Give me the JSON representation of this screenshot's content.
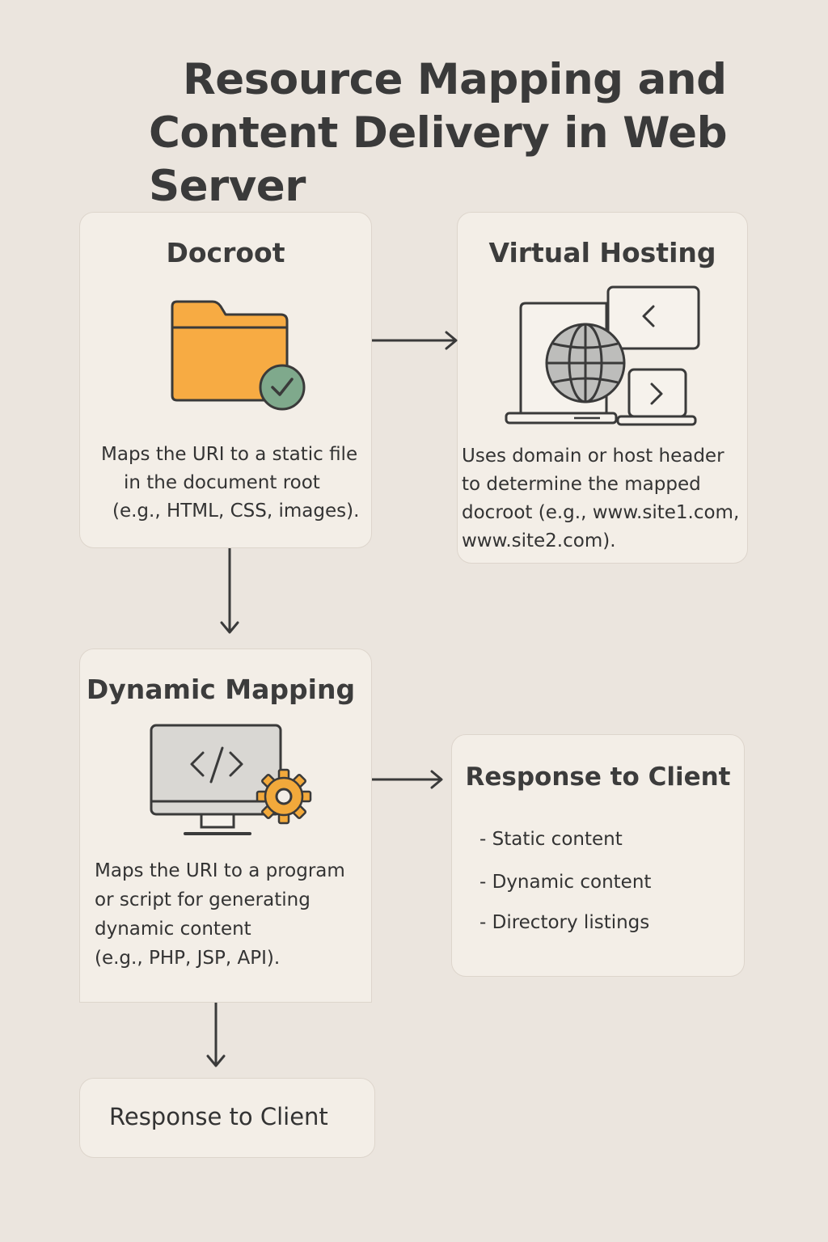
{
  "title": {
    "line1": "Resource Mapping and",
    "line2": "Content Delivery in Web Server"
  },
  "docroot": {
    "title": "Docroot",
    "icon": "folder-check-icon",
    "lines": [
      "Maps the URI to a static file",
      "in the document root",
      "(e.g., HTML, CSS, images)."
    ]
  },
  "virtual_hosting": {
    "title": "Virtual Hosting",
    "icon": "globe-devices-icon",
    "lines": [
      "Uses domain or host header",
      "to determine the mapped",
      "docroot (e.g., www.site1.com,",
      "www.site2.com)."
    ]
  },
  "dynamic_mapping": {
    "title": "Dynamic Mapping",
    "icon": "code-monitor-gear-icon",
    "lines": [
      "Maps the URI to a program",
      "or script for generating",
      "dynamic content",
      "(e.g., PHP, JSP, API)."
    ]
  },
  "response_panel": {
    "title": "Response to Client",
    "items": [
      "- Static content",
      "- Dynamic content",
      "- Directory listings"
    ]
  },
  "response_box": {
    "label": "Response to Client"
  },
  "colors": {
    "background": "#ebe5de",
    "card": "#f3eee7",
    "folder": "#f7ab43",
    "check": "#7fa98c",
    "gear": "#f2a93b",
    "stroke": "#3a3a3a"
  }
}
